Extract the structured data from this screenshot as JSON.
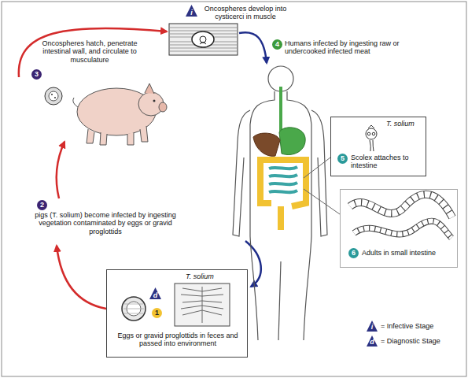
{
  "diagram": {
    "nodes": [
      {
        "text": [
          "T. solium",
          "5",
          "Scolex attaches to intestine"
        ]
      },
      {
        "text": [
          "6",
          "Adults in small intestine"
        ]
      },
      {
        "text": [
          "T. solium",
          "d",
          "1",
          "Eggs or gravid proglottids in feces and passed into environment"
        ]
      }
    ],
    "labels": [
      "i",
      "Oncospheres develop into cysticerci in muscle",
      "4",
      "Humans infected by ingesting raw or undercooked infected meat",
      "Oncospheres hatch, penetrate intestinal wall, and circulate to musculature",
      "3",
      "2",
      "pigs (T. solium) become infected by ingesting vegetation contaminated by eggs or gravid proglottids",
      "i",
      "d"
    ],
    "legend": [
      {
        "text": "= Infective Stage"
      },
      {
        "text": "= Diagnostic Stage"
      }
    ]
  }
}
